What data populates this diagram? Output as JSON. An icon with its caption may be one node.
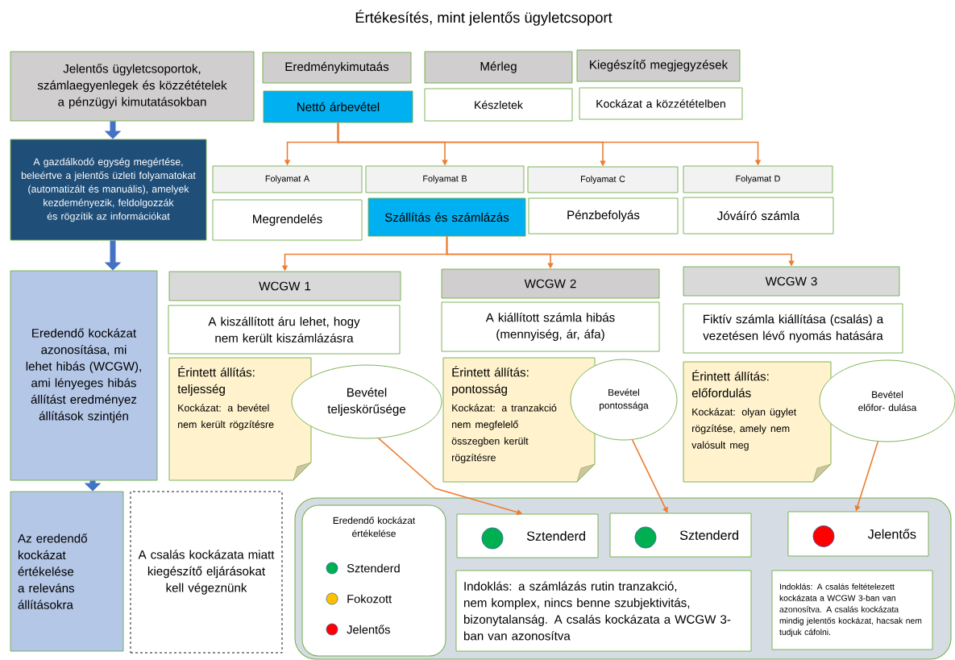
{
  "diagram": {
    "title": "Értékesítés, mint jelentős ügyletcsoport",
    "nodes": [
      {
        "text": [
          "Jelentős ügyletcsoportok, számlaegyenlegek és közzétételek a pénzügyi kimutatásokban"
        ]
      },
      {
        "text": [
          "Eredménykimutaás"
        ]
      },
      {
        "text": [
          "Mérleg"
        ]
      },
      {
        "text": [
          "Kiegészítő megjegyzések"
        ]
      },
      {
        "text": [
          "Nettó árbevétel"
        ]
      },
      {
        "text": [
          "Készletek"
        ]
      },
      {
        "text": [
          "Kockázat a közzétételben"
        ]
      },
      {
        "text": [
          "A gazdálkodó egység megértése, beleértve a jelentős üzleti folyamatokat (automatizált és manuális), amelyek kezdeményezik, feldolgozzák és rögzítik az információkat"
        ]
      },
      {
        "text": [
          "Folyamat A"
        ]
      },
      {
        "text": [
          "Folyamat B"
        ]
      },
      {
        "text": [
          "Folyamat C"
        ]
      },
      {
        "text": [
          "Folyamat D"
        ]
      },
      {
        "text": [
          "Megrendelés"
        ]
      },
      {
        "text": [
          "Szállítás és számlázás"
        ]
      },
      {
        "text": [
          "Pénzbefolyás"
        ]
      },
      {
        "text": [
          "Jóváíró számla"
        ]
      },
      {
        "text": [
          "Eredendő kockázat azonosítása, mi lehet hibás (WCGW), ami lényeges hibás állítást eredményez állítások szintjén"
        ]
      },
      {
        "text": [
          "WCGW 1"
        ]
      },
      {
        "text": [
          "WCGW 2"
        ]
      },
      {
        "text": [
          "WCGW 3"
        ]
      },
      {
        "text": [
          "A kiszállított áru lehet, hogy nem került kiszámlázásra"
        ]
      },
      {
        "text": [
          "A kiállított számla hibás (mennyiség, ár, áfa)"
        ]
      },
      {
        "text": [
          "Fiktív számla kiállítása (csalás) a vezetésen lévő nyomás hatására"
        ]
      },
      {
        "text": [
          "Érintett állítás: teljesség",
          "Kockázat: a bevétel nem került rögzítésre"
        ]
      },
      {
        "text": [
          "Bevétel teljeskörűsége"
        ]
      },
      {
        "text": [
          "Érintett állítás: pontosság",
          "Kockázat: a tranzakció nem megfelelő összegben került rögzítésre"
        ]
      },
      {
        "text": [
          "Bevétel pontossága"
        ]
      },
      {
        "text": [
          "Érintett állítás: előfordulás",
          "Kockázat: olyan ügylet rögzítése, amely nem valósult meg"
        ]
      },
      {
        "text": [
          "Bevétel előfor- dulása"
        ]
      },
      {
        "text": [
          "Az eredendő kockázat értékelése a releváns állításokra"
        ]
      },
      {
        "text": [
          "A csalás kockázata miatt kiegészítő eljárásokat kell végeznünk"
        ]
      },
      {
        "text": [],
        "shape": "box"
      },
      {
        "text": [
          "Eredendő kockázat értékelése"
        ],
        "in": 31
      },
      {
        "text": [
          "Sztenderd"
        ],
        "in": 31
      },
      {
        "text": [
          "Sztenderd"
        ],
        "in": 31
      },
      {
        "text": [
          "Jelentős"
        ],
        "in": 31
      },
      {
        "text": [
          "Indoklás: a számlázás rutin tranzakció, nem komplex, nincs benne szubjektivitás, bizonytalanság.  A csalás kockázata a WCGW 3-ban van azonosítva"
        ],
        "in": 31
      },
      {
        "text": [
          "Indoklás: A csalás feltételezett kockázata a WCGW 3-ban van azonosítva. A csalás kockázata mindig jelentős kockázat, hacsak nem tudjuk cáfolni."
        ],
        "in": 31
      }
    ],
    "edges": [
      {
        "from": 0,
        "to": 7,
        "arrow": "to",
        "style": "thick",
        "color": "#4472c4"
      },
      {
        "from": 7,
        "to": 16,
        "arrow": "to",
        "style": "thick",
        "color": "#4472c4"
      },
      {
        "from": 16,
        "to": 29,
        "arrow": "to",
        "style": "thick",
        "color": "#4472c4"
      },
      {
        "from": 4,
        "to": 8,
        "arrow": "to"
      },
      {
        "from": 4,
        "to": 9,
        "arrow": "to"
      },
      {
        "from": 4,
        "to": 10,
        "arrow": "to"
      },
      {
        "from": 4,
        "to": 11,
        "arrow": "to"
      },
      {
        "from": 13,
        "to": 17,
        "arrow": "to"
      },
      {
        "from": 13,
        "to": 18,
        "arrow": "to"
      },
      {
        "from": 13,
        "to": 19,
        "arrow": "to"
      },
      {
        "from": 24,
        "to": 33,
        "arrow": "to"
      },
      {
        "from": 26,
        "to": 34,
        "arrow": "to"
      },
      {
        "from": 28,
        "to": 35,
        "arrow": "to"
      }
    ],
    "legend": [
      {
        "text": "Sztenderd",
        "color": "#00b050"
      },
      {
        "text": "Fokozott",
        "color": "#ffc000"
      },
      {
        "text": "Jelentős",
        "color": "#ff0000"
      }
    ]
  }
}
